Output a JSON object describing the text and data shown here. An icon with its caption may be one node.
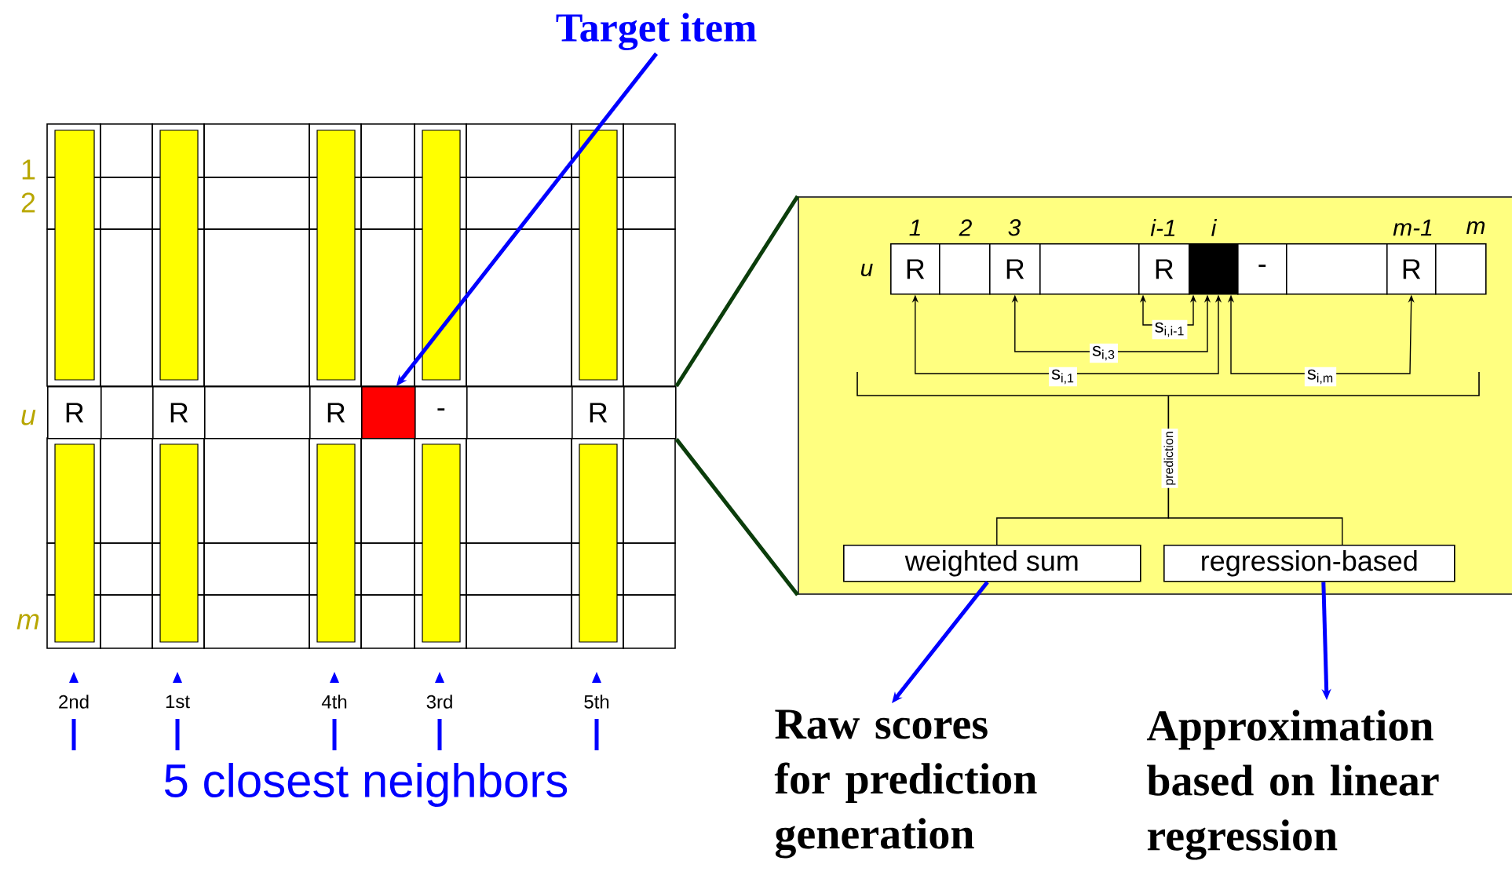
{
  "diagram": {
    "nodes": [
      {
        "text": [
          "Target item"
        ]
      },
      {
        "text": [
          "R"
        ]
      },
      {
        "text": [],
        "shape": "box"
      },
      {
        "text": [
          "R"
        ]
      },
      {
        "text": [],
        "shape": "box"
      },
      {
        "text": [
          "R"
        ]
      },
      {
        "text": [],
        "shape": "box"
      },
      {
        "text": [
          "-"
        ]
      },
      {
        "text": [],
        "shape": "box"
      },
      {
        "text": [
          "R"
        ]
      },
      {
        "text": [],
        "shape": "box"
      },
      {
        "text": [],
        "shape": "box"
      },
      {
        "text": [
          "R"
        ],
        "in": 11
      },
      {
        "text": [],
        "shape": "box",
        "in": 11
      },
      {
        "text": [
          "R"
        ],
        "in": 11
      },
      {
        "text": [],
        "shape": "box",
        "in": 11
      },
      {
        "text": [
          "R"
        ],
        "in": 11
      },
      {
        "text": [],
        "shape": "box",
        "in": 11
      },
      {
        "text": [
          "-"
        ],
        "in": 11
      },
      {
        "text": [],
        "shape": "box",
        "in": 11
      },
      {
        "text": [
          "R"
        ],
        "in": 11
      },
      {
        "text": [],
        "shape": "box",
        "in": 11
      },
      {
        "text": [],
        "shape": "bracket",
        "in": 11
      },
      {
        "text": [
          "weighted sum"
        ],
        "in": 11
      },
      {
        "text": [
          "regression-based"
        ],
        "in": 11
      },
      {
        "text": [
          "Raw scores for prediction generation"
        ]
      },
      {
        "text": [
          "Approximation based on linear regression"
        ]
      }
    ],
    "edges": [
      {
        "from": 0,
        "to": 6,
        "arrow": "to",
        "style": "thick",
        "color": "#0000ff"
      },
      {
        "from": 10,
        "to": 11,
        "arrow": "none",
        "style": "thick",
        "color": "#0b3d0b"
      },
      {
        "from": 10,
        "to": 11,
        "arrow": "none",
        "style": "thick",
        "color": "#0b3d0b"
      },
      {
        "from": 12,
        "to": 17,
        "arrow": "both",
        "label": "s$_{i,1}$"
      },
      {
        "from": 14,
        "to": 17,
        "arrow": "both",
        "label": "s$_{i,3}$"
      },
      {
        "from": 16,
        "to": 17,
        "arrow": "both",
        "label": "s$_{i,i-1}$"
      },
      {
        "from": 17,
        "to": 20,
        "arrow": "both",
        "label": "s$_{i,m}$"
      },
      {
        "from": 22,
        "to": 23,
        "arrow": "none",
        "label": "prediction"
      },
      {
        "from": 22,
        "to": 24,
        "arrow": "none"
      },
      {
        "from": 23,
        "to": 25,
        "arrow": "to",
        "style": "thick",
        "color": "#0000ff"
      },
      {
        "from": 24,
        "to": 26,
        "arrow": "to",
        "style": "thick",
        "color": "#0000ff"
      }
    ],
    "labels": [
      "1",
      "2",
      "u",
      "m",
      "1",
      "2",
      "3",
      "i-1",
      "i",
      "m-1",
      "m",
      "u",
      "2nd",
      "1st",
      "4th",
      "3rd",
      "5th",
      "5 closest neighbors"
    ]
  }
}
